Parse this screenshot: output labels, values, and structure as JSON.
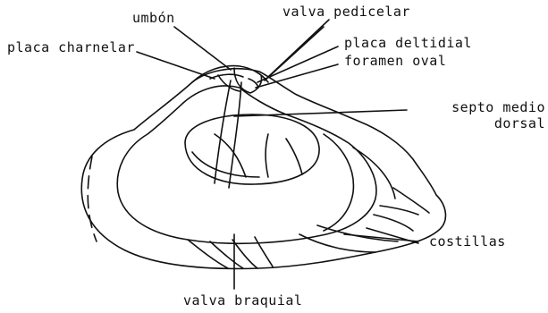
{
  "labels": {
    "umbon": "umbón",
    "valva_pedicelar": "valva pedicelar",
    "placa_charnelar": "placa charnelar",
    "placa_deltidial": "placa deltidial",
    "foramen_oval": "foramen oval",
    "septo_medio_line1": "septo medio",
    "septo_medio_line2": "dorsal",
    "costillas": "costillas",
    "valva_braquial": "valva braquial"
  },
  "colors": {
    "ink": "#111111",
    "background": "#ffffff"
  }
}
